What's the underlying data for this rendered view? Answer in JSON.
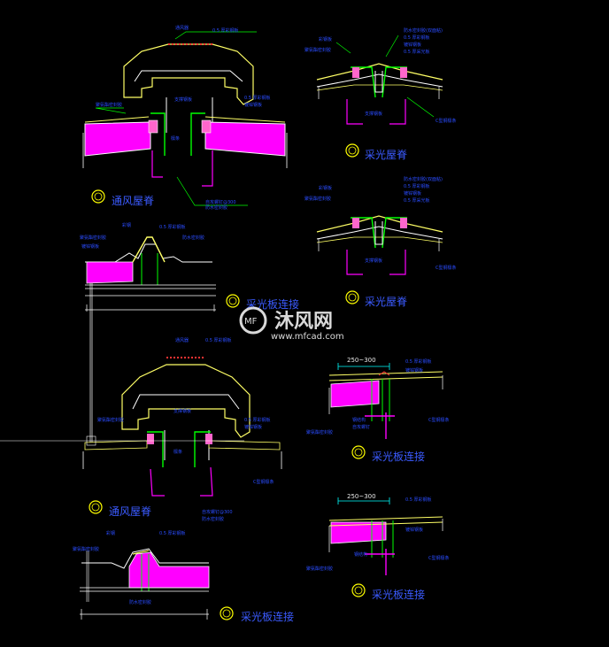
{
  "colors": {
    "background": "#000000",
    "insulation_fill": "#ff00ff",
    "ridge_line": "#ffff66",
    "flashing": "#00ff00",
    "label_text": "#3b5bff",
    "marker_ring": "#ffff00"
  },
  "details": [
    {
      "id": "vent-ridge-top",
      "label": "通风屋脊"
    },
    {
      "id": "skylight-ridge-1",
      "label": "采光屋脊"
    },
    {
      "id": "skylight-panel-top",
      "label": "采光板连接"
    },
    {
      "id": "skylight-ridge-2",
      "label": "采光屋脊"
    },
    {
      "id": "vent-ridge-bottom",
      "label": "通风屋脊"
    },
    {
      "id": "skylight-panel-right-1",
      "label": "采光板连接"
    },
    {
      "id": "skylight-panel-right-2",
      "label": "采光板连接"
    },
    {
      "id": "skylight-panel-bottom",
      "label": "采光板连接"
    }
  ],
  "dimensions": {
    "panel_1": "250~300",
    "panel_2": "250~300"
  },
  "watermark": {
    "logo": "MF",
    "name": "沐风网",
    "url": "www.mfcad.com"
  }
}
